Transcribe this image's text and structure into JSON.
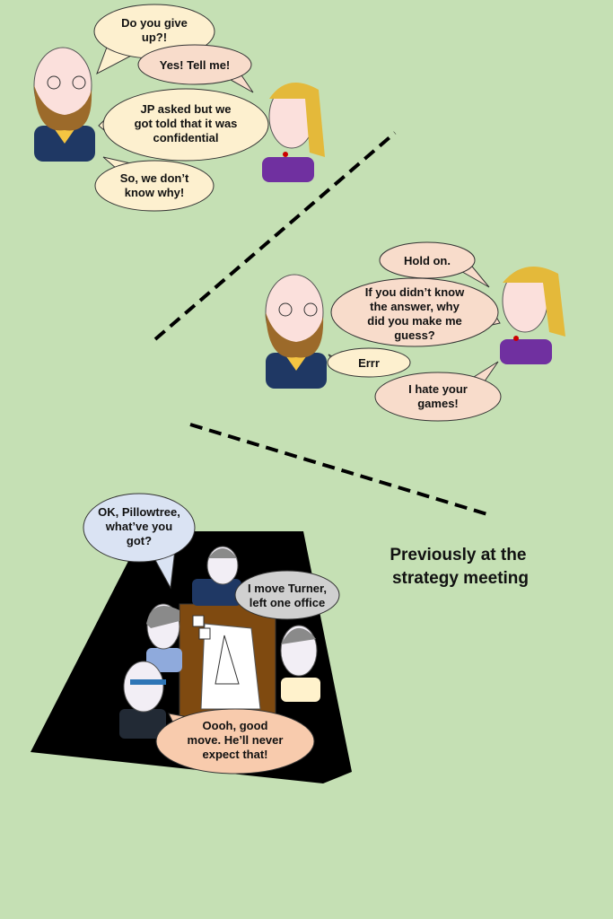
{
  "panels": {
    "panel1": {
      "bubbles": [
        {
          "lines": [
            "Do you give",
            "up?!"
          ]
        },
        {
          "lines": [
            "Yes! Tell me!"
          ]
        },
        {
          "lines": [
            "JP asked but we",
            "got told that it was",
            "confidential"
          ]
        },
        {
          "lines": [
            "So, we don’t",
            "know why!"
          ]
        }
      ]
    },
    "panel2": {
      "bubbles": [
        {
          "lines": [
            "Hold on."
          ]
        },
        {
          "lines": [
            "If you didn’t know",
            "the answer, why",
            "did you make me",
            "guess?"
          ]
        },
        {
          "lines": [
            "Errr"
          ]
        },
        {
          "lines": [
            "I hate your",
            "games!"
          ]
        }
      ]
    },
    "panel3": {
      "caption": [
        "Previously at the",
        "strategy meeting"
      ],
      "bubbles": [
        {
          "lines": [
            "OK, Pillowtree,",
            "what’ve you",
            "got?"
          ]
        },
        {
          "lines": [
            "I move Turner,",
            "left one office"
          ]
        },
        {
          "lines": [
            "Oooh, good",
            "move. He’ll never",
            "expect that!"
          ]
        }
      ]
    }
  },
  "colors": {
    "background": "#c5e0b4",
    "cream": "#fdf0cf",
    "pink": "#f8dccb",
    "blue": "#dae3f3",
    "gray": "#d0d0d0",
    "peach": "#f8cbad"
  }
}
